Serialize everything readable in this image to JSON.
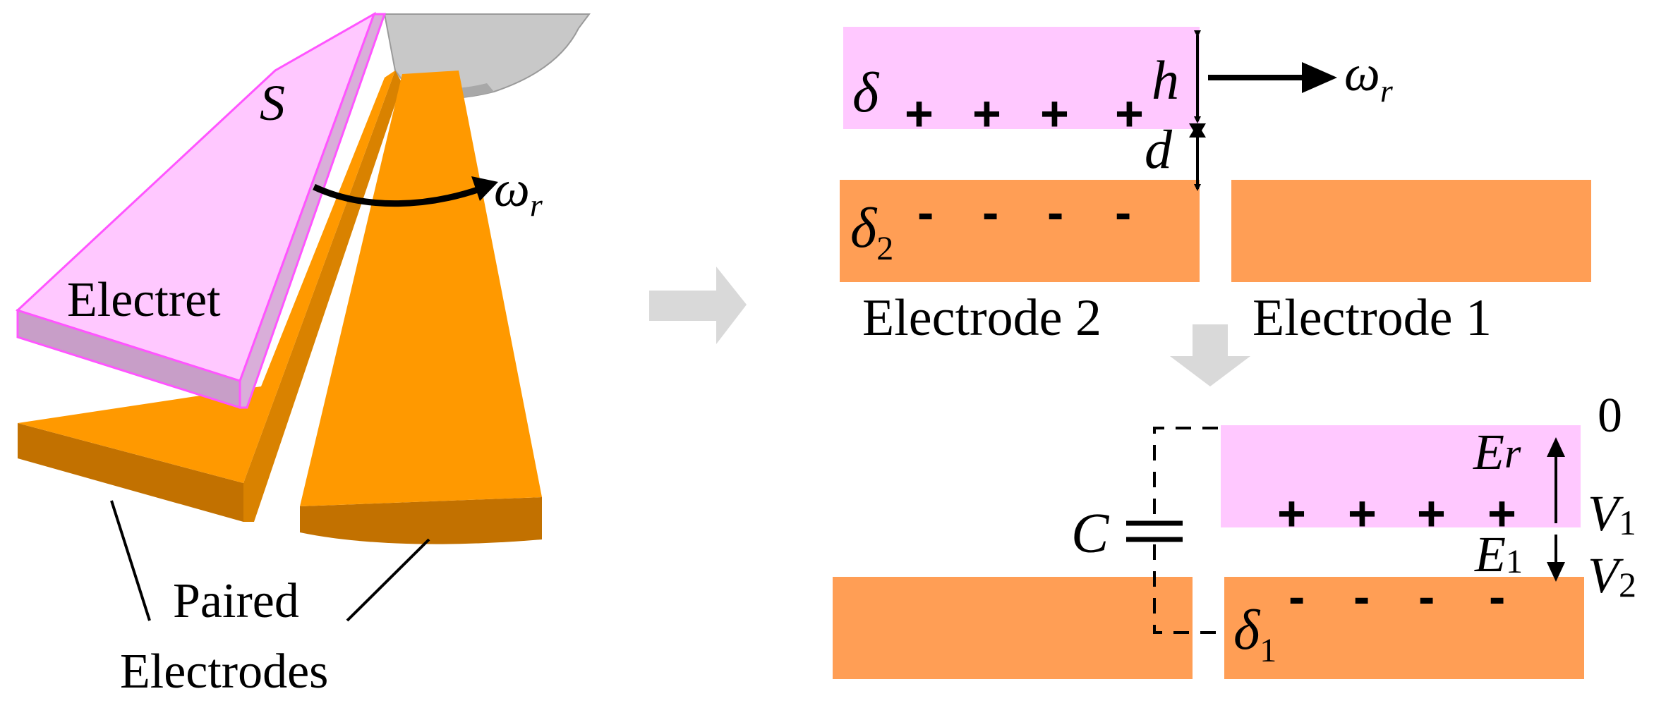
{
  "colors": {
    "electret_pink": "#ffc8ff",
    "electret_edge": "#ff55ff",
    "electret_side": "#c89ec8",
    "electrode_orange": "#ff9900",
    "electrode_dark": "#c27100",
    "electrode_flat": "#ff9e55",
    "shaft_gray": "#c8c8c8",
    "arrow_gray": "#d9d9d9",
    "ink": "#000000"
  },
  "left_panel": {
    "surface_label": "S",
    "omega_symbol": "ω",
    "omega_subscript": "r",
    "electret_label": "Electret",
    "paired_line1": "Paired",
    "paired_line2": "Electrodes"
  },
  "top_right": {
    "delta_symbol": "δ",
    "delta2_symbol": "δ",
    "delta2_subscript": "2",
    "plus_signs": [
      "+",
      "+",
      "+",
      "+"
    ],
    "minus_signs": [
      "-",
      "-",
      "-",
      "-"
    ],
    "h_label": "h",
    "d_label": "d",
    "omega_symbol": "ω",
    "omega_subscript": "r",
    "electrode2_label": "Electrode 2",
    "electrode1_label": "Electrode 1"
  },
  "bottom_right": {
    "capacitor_label": "C",
    "Er_symbol": "E",
    "Er_subscript": "r",
    "E1_symbol": "E",
    "E1_subscript": "1",
    "zero_label": "0",
    "V1_symbol": "V",
    "V1_subscript": "1",
    "V2_symbol": "V",
    "V2_subscript": "2",
    "delta1_symbol": "δ",
    "delta1_subscript": "1",
    "plus_signs": [
      "+",
      "+",
      "+",
      "+"
    ],
    "minus_signs": [
      "-",
      "-",
      "-",
      "-"
    ]
  }
}
